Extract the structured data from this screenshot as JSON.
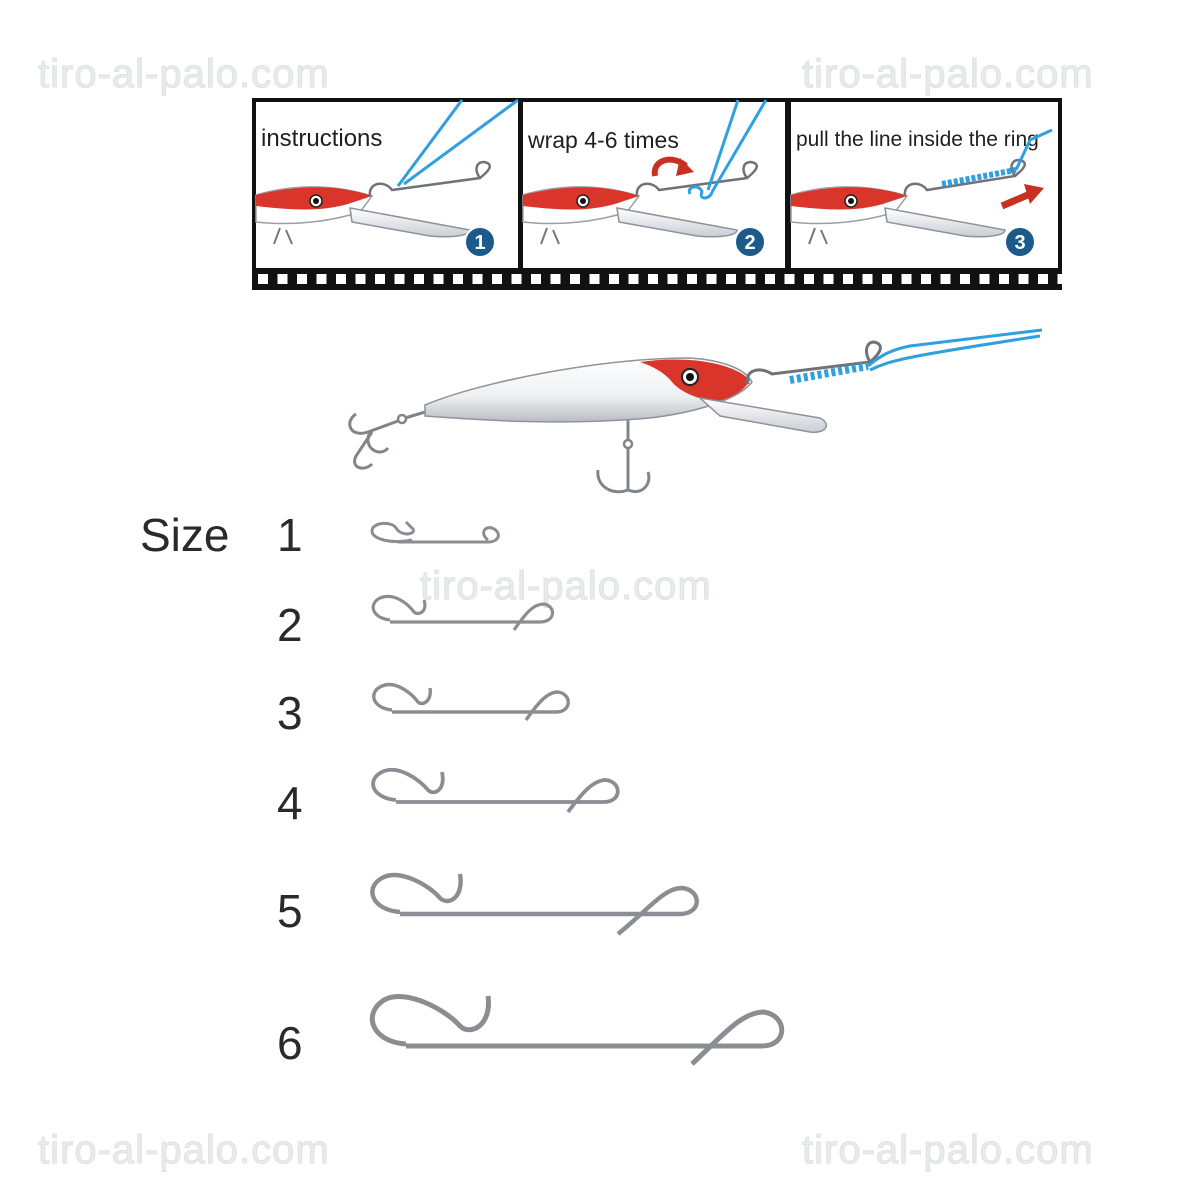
{
  "watermark": "tiro-al-palo.com",
  "panels": [
    {
      "caption": "instructions",
      "step": "1"
    },
    {
      "caption": "wrap 4-6 times",
      "step": "2"
    },
    {
      "caption": "pull the line inside the ring",
      "step": "3"
    }
  ],
  "sizes": {
    "label": "Size",
    "items": [
      "1",
      "2",
      "3",
      "4",
      "5",
      "6"
    ]
  },
  "colors": {
    "line": "#2f9fe0",
    "lure_red": "#d9352b",
    "badge": "#1c5a8a",
    "arrow": "#c8301f",
    "wire": "#8a8d91"
  }
}
